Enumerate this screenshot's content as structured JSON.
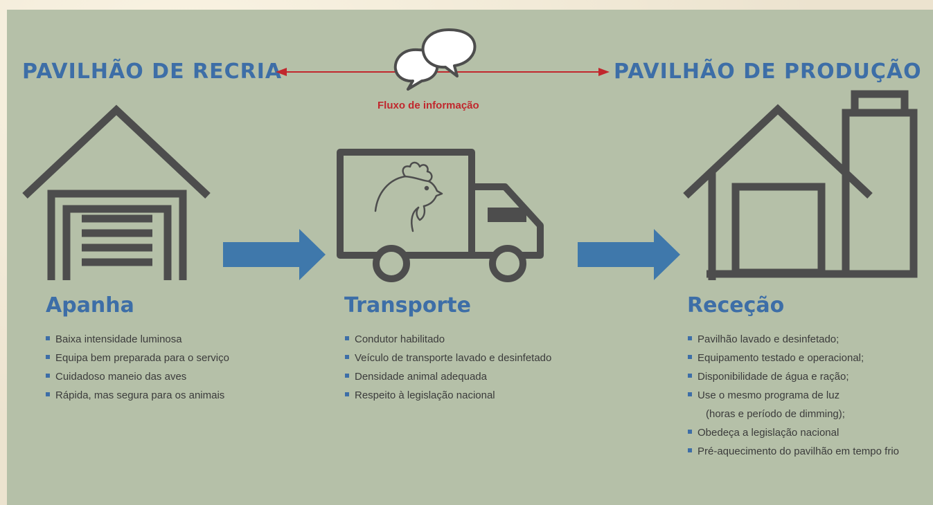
{
  "header": {
    "left_title": "PAVILHÃO DE RECRIA",
    "right_title": "PAVILHÃO DE PRODUÇÃO",
    "flow_label": "Fluxo de informação"
  },
  "colors": {
    "panel": "#b5c0a8",
    "title_blue": "#3d6ea7",
    "arrow_blue": "#3f78ab",
    "flow_red": "#c1272d",
    "icon_gray": "#4d4d4d",
    "text": "#3b3b3b"
  },
  "icons": [
    "garage-icon",
    "truck-icon",
    "chicken-icon",
    "farm-house-icon",
    "silo-icon",
    "speech-bubbles-icon",
    "right-arrow-icon"
  ],
  "stages": [
    {
      "heading": "Apanha",
      "items": [
        "Baixa intensidade luminosa",
        "Equipa bem preparada para o serviço",
        "Cuidadoso maneio das aves",
        "Rápida, mas segura para os animais"
      ]
    },
    {
      "heading": "Transporte",
      "items": [
        "Condutor habilitado",
        "Veículo de transporte lavado e desinfetado",
        "Densidade animal adequada",
        "Respeito à legislação nacional"
      ]
    },
    {
      "heading": "Receção",
      "items": [
        "Pavilhão lavado e desinfetado;",
        "Equipamento testado e operacional;",
        "Disponibilidade de água e ração;",
        "Use o mesmo programa de luz",
        "(horas e período de dimming);",
        "Obedeça a legislação nacional",
        "Pré-aquecimento do pavilhão em tempo frio"
      ]
    }
  ]
}
